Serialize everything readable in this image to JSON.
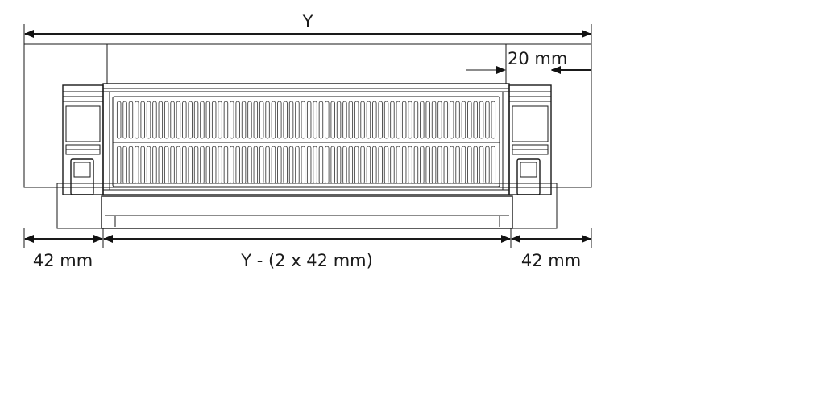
{
  "dimensions": {
    "overall": "Y",
    "offset": "20 mm",
    "left_end": "42 mm",
    "middle": "Y - (2 x 42 mm)",
    "right_end": "42 mm"
  },
  "grille": {
    "rows": 2,
    "slots_per_row": 64
  }
}
